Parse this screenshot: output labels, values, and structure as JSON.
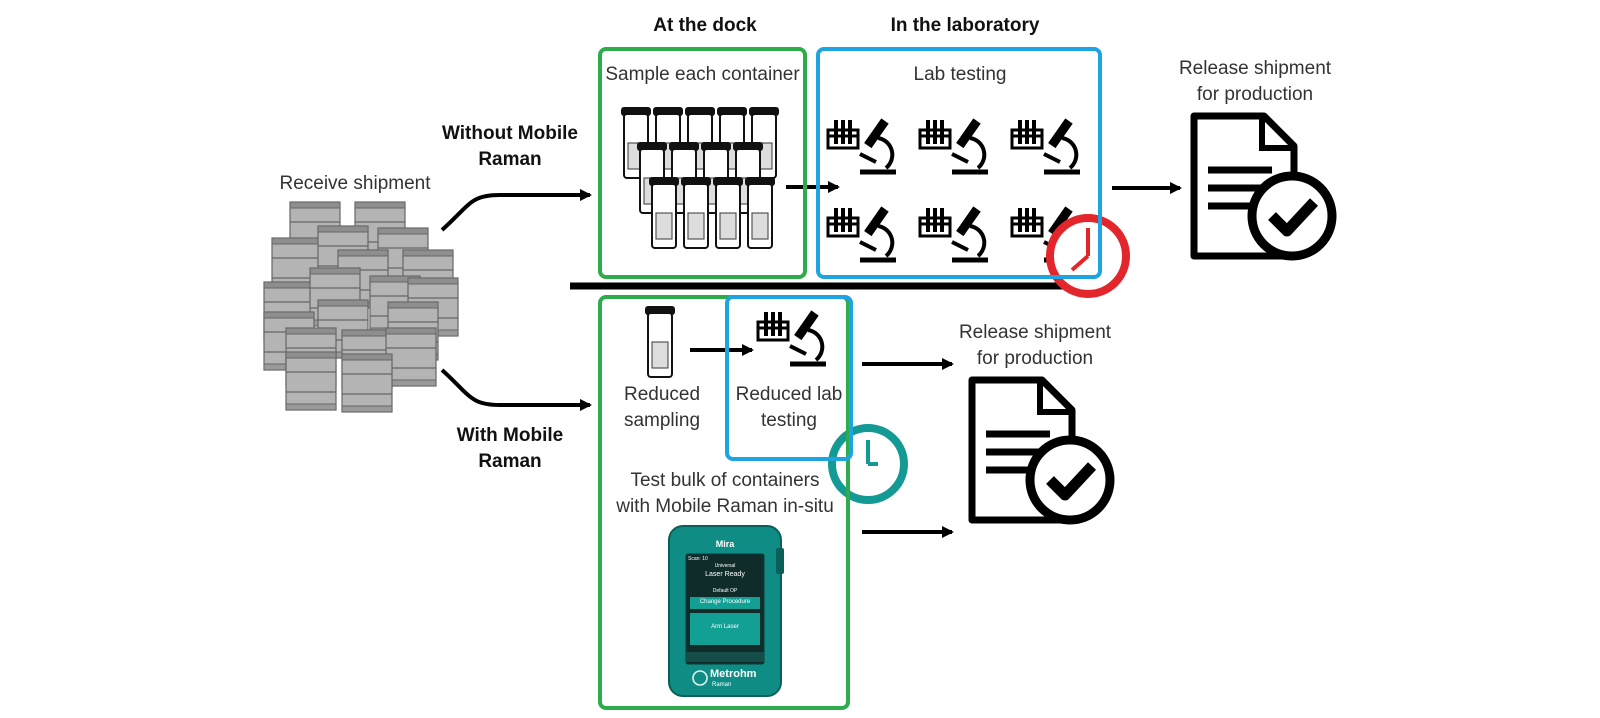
{
  "headers": {
    "dock": "At the dock",
    "lab": "In the laboratory"
  },
  "left": {
    "receive": "Receive shipment",
    "without_line1": "Without Mobile",
    "without_line2": "Raman",
    "with_line1": "With Mobile",
    "with_line2": "Raman"
  },
  "top": {
    "sample": "Sample each container",
    "lab_testing": "Lab testing",
    "release_line1": "Release shipment",
    "release_line2": "for production"
  },
  "bottom": {
    "reduced_sampling_line1": "Reduced",
    "reduced_sampling_line2": "sampling",
    "reduced_lab_line1": "Reduced lab",
    "reduced_lab_line2": "testing",
    "bulk_line1": "Test bulk of containers",
    "bulk_line2": "with Mobile Raman in-situ",
    "release_line1": "Release shipment",
    "release_line2": "for production"
  },
  "device": {
    "brand_top": "Mira",
    "scan": "Scan: 10",
    "mode": "Universal",
    "status": "Laser Ready",
    "op": "Default OP",
    "button1": "Change Procedure",
    "button2": "Arm Laser",
    "brand": "Metrohm",
    "sub": "Raman"
  },
  "colors": {
    "green": "#2eab4a",
    "blue": "#1ea4e0",
    "red_clock": "#e3262b",
    "teal_clock": "#149a94",
    "device_teal": "#0f8c84"
  }
}
